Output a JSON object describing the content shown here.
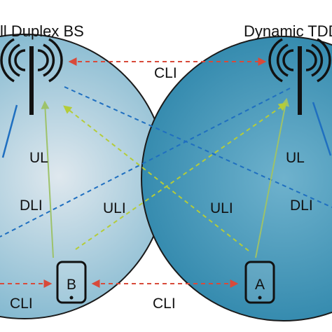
{
  "titles": {
    "left": "ll Duplex BS",
    "right": "Dynamic TDD"
  },
  "labels": {
    "cli_top": "CLI",
    "cli_bottom_center": "CLI",
    "cli_bottom_left": "CLI",
    "ul_left": "UL",
    "ul_right": "UL",
    "dli_left": "DLI",
    "dli_right": "DLI",
    "uli_left": "ULI",
    "uli_right": "ULI",
    "device_b": "B",
    "device_a": "A"
  },
  "icons": {
    "left_bs": "cell-tower-icon",
    "right_bs": "cell-tower-icon",
    "device_b": "smartphone-icon",
    "device_a": "smartphone-icon"
  },
  "colors": {
    "cli": "#d84a3a",
    "dli": "#1f6fc0",
    "ul": "#9dc26a",
    "uli": "#b4cc3a",
    "cell_left_inner": "#dfe8ee",
    "cell_left_outer": "#5fa6c4",
    "cell_right_inner": "#6fb2cd",
    "cell_right_outer": "#1f7ca3"
  }
}
